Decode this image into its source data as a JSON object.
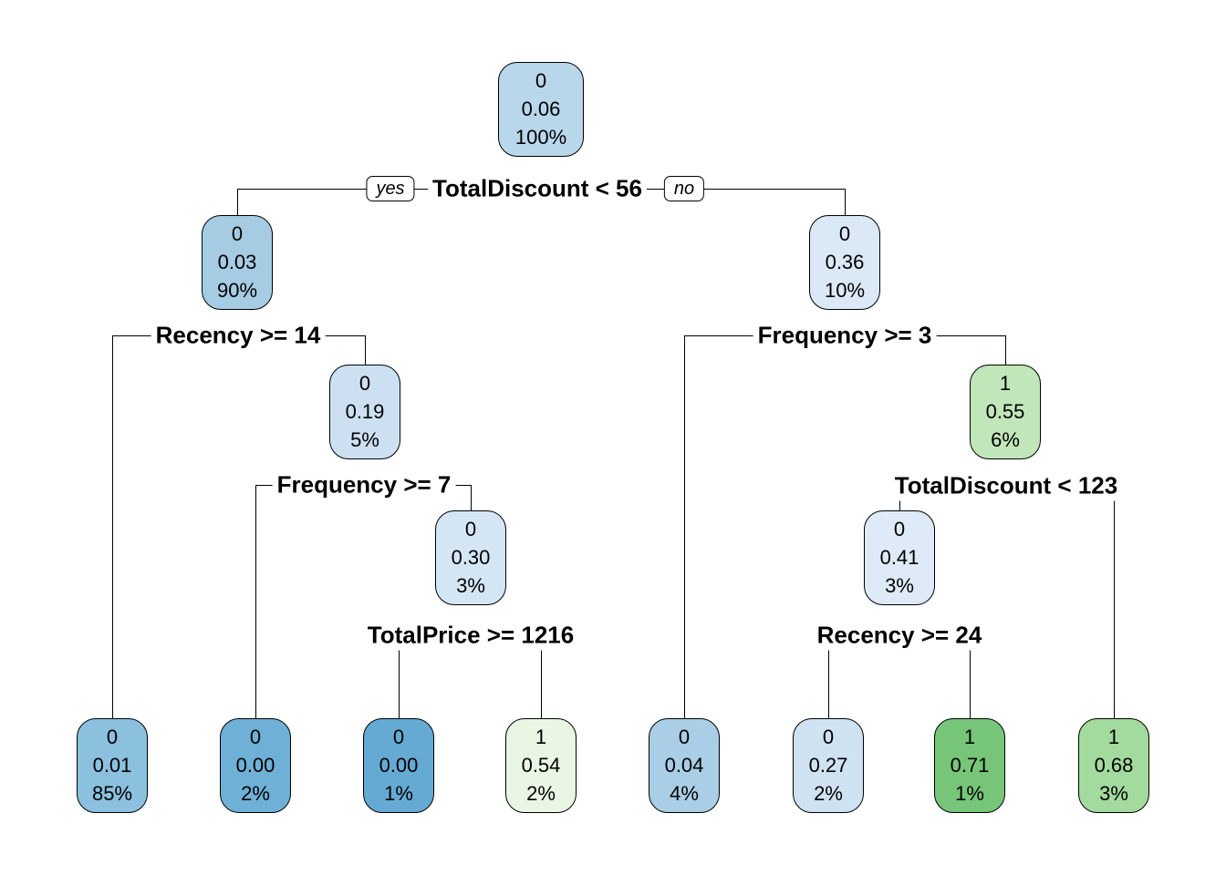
{
  "diagram_type": "decision-tree",
  "edge_labels": {
    "yes": "yes",
    "no": "no"
  },
  "splits": [
    {
      "label": "TotalDiscount < 56"
    },
    {
      "label": "Recency >= 14"
    },
    {
      "label": "Frequency >= 3"
    },
    {
      "label": "Frequency >= 7"
    },
    {
      "label": "TotalDiscount < 123"
    },
    {
      "label": "TotalPrice >= 1216"
    },
    {
      "label": "Recency >= 24"
    }
  ],
  "nodes": [
    {
      "value": "0",
      "prob": "0.06",
      "cover": "100%",
      "fill": "#B9D7EB"
    },
    {
      "value": "0",
      "prob": "0.03",
      "cover": "90%",
      "fill": "#A6CCE4"
    },
    {
      "value": "0",
      "prob": "0.36",
      "cover": "10%",
      "fill": "#DBE8F5"
    },
    {
      "value": "0",
      "prob": "0.19",
      "cover": "5%",
      "fill": "#CCE0F1"
    },
    {
      "value": "1",
      "prob": "0.55",
      "cover": "6%",
      "fill": "#C1E6BA"
    },
    {
      "value": "0",
      "prob": "0.30",
      "cover": "3%",
      "fill": "#D4E5F4"
    },
    {
      "value": "0",
      "prob": "0.41",
      "cover": "3%",
      "fill": "#DEEAF7"
    },
    {
      "value": "0",
      "prob": "0.01",
      "cover": "85%",
      "fill": "#8BC0DE"
    },
    {
      "value": "0",
      "prob": "0.00",
      "cover": "2%",
      "fill": "#6FB0D7"
    },
    {
      "value": "0",
      "prob": "0.00",
      "cover": "1%",
      "fill": "#65AAD3"
    },
    {
      "value": "1",
      "prob": "0.54",
      "cover": "2%",
      "fill": "#E8F6E3"
    },
    {
      "value": "0",
      "prob": "0.04",
      "cover": "4%",
      "fill": "#A9CEE5"
    },
    {
      "value": "0",
      "prob": "0.27",
      "cover": "2%",
      "fill": "#CFE2F2"
    },
    {
      "value": "1",
      "prob": "0.71",
      "cover": "1%",
      "fill": "#77C578"
    },
    {
      "value": "1",
      "prob": "0.68",
      "cover": "3%",
      "fill": "#A3DA9D"
    }
  ],
  "tree": {
    "node": {
      "value": "0",
      "prob": "0.06",
      "cover": "100%"
    },
    "split": "TotalDiscount < 56",
    "yes": {
      "node": {
        "value": "0",
        "prob": "0.03",
        "cover": "90%"
      },
      "split": "Recency >= 14",
      "yes": {
        "node": {
          "value": "0",
          "prob": "0.01",
          "cover": "85%"
        }
      },
      "no": {
        "node": {
          "value": "0",
          "prob": "0.19",
          "cover": "5%"
        },
        "split": "Frequency >= 7",
        "yes": {
          "node": {
            "value": "0",
            "prob": "0.00",
            "cover": "2%"
          }
        },
        "no": {
          "node": {
            "value": "0",
            "prob": "0.30",
            "cover": "3%"
          },
          "split": "TotalPrice >= 1216",
          "yes": {
            "node": {
              "value": "0",
              "prob": "0.00",
              "cover": "1%"
            }
          },
          "no": {
            "node": {
              "value": "1",
              "prob": "0.54",
              "cover": "2%"
            }
          }
        }
      }
    },
    "no": {
      "node": {
        "value": "0",
        "prob": "0.36",
        "cover": "10%"
      },
      "split": "Frequency >= 3",
      "yes": {
        "node": {
          "value": "0",
          "prob": "0.04",
          "cover": "4%"
        }
      },
      "no": {
        "node": {
          "value": "1",
          "prob": "0.55",
          "cover": "6%"
        },
        "split": "TotalDiscount < 123",
        "yes": {
          "node": {
            "value": "0",
            "prob": "0.41",
            "cover": "3%"
          },
          "split": "Recency >= 24",
          "yes": {
            "node": {
              "value": "0",
              "prob": "0.27",
              "cover": "2%"
            }
          },
          "no": {
            "node": {
              "value": "1",
              "prob": "0.71",
              "cover": "1%"
            }
          }
        },
        "no": {
          "node": {
            "value": "1",
            "prob": "0.68",
            "cover": "3%"
          }
        }
      }
    }
  }
}
